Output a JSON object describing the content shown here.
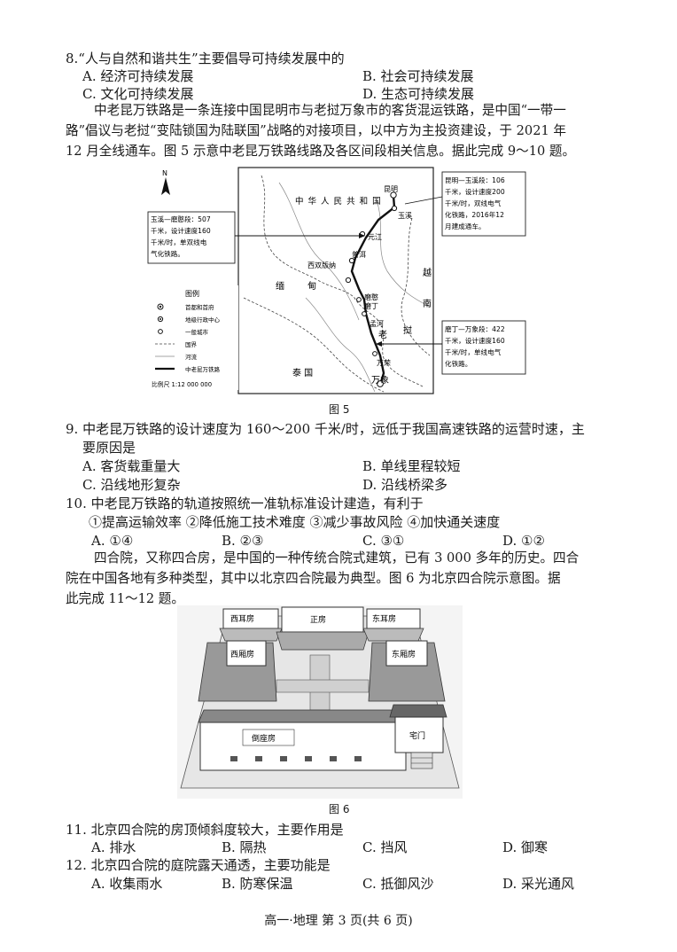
{
  "q8": {
    "stem": "8.“人与自然和谐共生”主要倡导可持续发展中的",
    "a": "A. 经济可持续发展",
    "b": "B. 社会可持续发展",
    "c": "C. 文化可持续发展",
    "d": "D. 生态可持续发展"
  },
  "passage1": {
    "line1": "中老昆万铁路是一条连接中国昆明市与老挝万象市的客货混运铁路，是中国“一带一",
    "line2": "路”倡议与老挝“变陆锁国为陆联国”战略的对接项目，以中方为主投资建设，于 2021 年",
    "line3": "12 月全线通车。图 5 示意中老昆万铁路线路及各区间段相关信息。据此完成 9～10 题。"
  },
  "fig5": {
    "caption": "图 5",
    "country_cn": "中 华 人 民 共 和 国",
    "country_myanmar": [
      "缅",
      "甸"
    ],
    "country_laos": [
      "老",
      "挝"
    ],
    "country_thailand": "泰   国",
    "country_vietnam": [
      "越",
      "南"
    ],
    "north": "N",
    "cities": [
      "昆明",
      "玉溪",
      "元江",
      "普洱",
      "西双版纳",
      "磨憨",
      "磨丁",
      "孟河",
      "万荣",
      "万象"
    ],
    "box_kunming_yuxi": [
      "昆明—玉溪段：106",
      "千米，设计速度200",
      "千米/时，双线电气",
      "化铁路，2016年12",
      "月建成通车。"
    ],
    "box_yuxi_mohan": [
      "玉溪—磨憨段：507",
      "千米，设计速度160",
      "千米/时，单双线电",
      "气化铁路。"
    ],
    "box_moding_vientiane": [
      "磨丁—万象段：422",
      "千米，设计速度160",
      "千米/时，单线电气",
      "化铁路。"
    ],
    "legend_title": "图例",
    "legend_items": [
      "首都和首府",
      "地级行政中心",
      "一般城市",
      "国界",
      "河流",
      "中老昆万铁路"
    ],
    "scale": "比例尺  1:12 000 000"
  },
  "q9": {
    "stem1": "9. 中老昆万铁路的设计速度为 160～200 千米/时，远低于我国高速铁路的运营时速，主",
    "stem2": "要原因是",
    "a": "A. 客货载重量大",
    "b": "B. 单线里程较短",
    "c": "C. 沿线地形复杂",
    "d": "D. 沿线桥梁多"
  },
  "q10": {
    "stem": "10. 中老昆万铁路的轨道按照统一准轨标准设计建造，有利于",
    "items": "①提高运输效率   ②降低施工技术难度   ③减少事故风险   ④加快通关速度",
    "a": "A. ①④",
    "b": "B. ②③",
    "c": "C. ③①",
    "d": "D. ①②"
  },
  "passage2": {
    "line1": "四合院，又称四合房，是中国的一种传统合院式建筑，已有 3 000 多年的历史。四合",
    "line2": "院在中国各地有多种类型，其中以北京四合院最为典型。图 6 为北京四合院示意图。据",
    "line3": "此完成 11～12 题。"
  },
  "fig6": {
    "caption": "图 6",
    "labels": {
      "xierfang": "西耳房",
      "zhengfang": "正房",
      "dongerfang": "东耳房",
      "xixiangfang": "西厢房",
      "dongxiangfang": "东厢房",
      "daozuofang": "倒座房",
      "zhaimen": "宅门"
    }
  },
  "q11": {
    "stem": "11. 北京四合院的房顶倾斜度较大，主要作用是",
    "a": "A. 排水",
    "b": "B. 隔热",
    "c": "C. 挡风",
    "d": "D. 御寒"
  },
  "q12": {
    "stem": "12. 北京四合院的庭院露天通透，主要功能是",
    "a": "A. 收集雨水",
    "b": "B. 防寒保温",
    "c": "C. 抵御风沙",
    "d": "D. 采光通风"
  },
  "footer": "高一·地理  第 3 页(共 6 页)"
}
